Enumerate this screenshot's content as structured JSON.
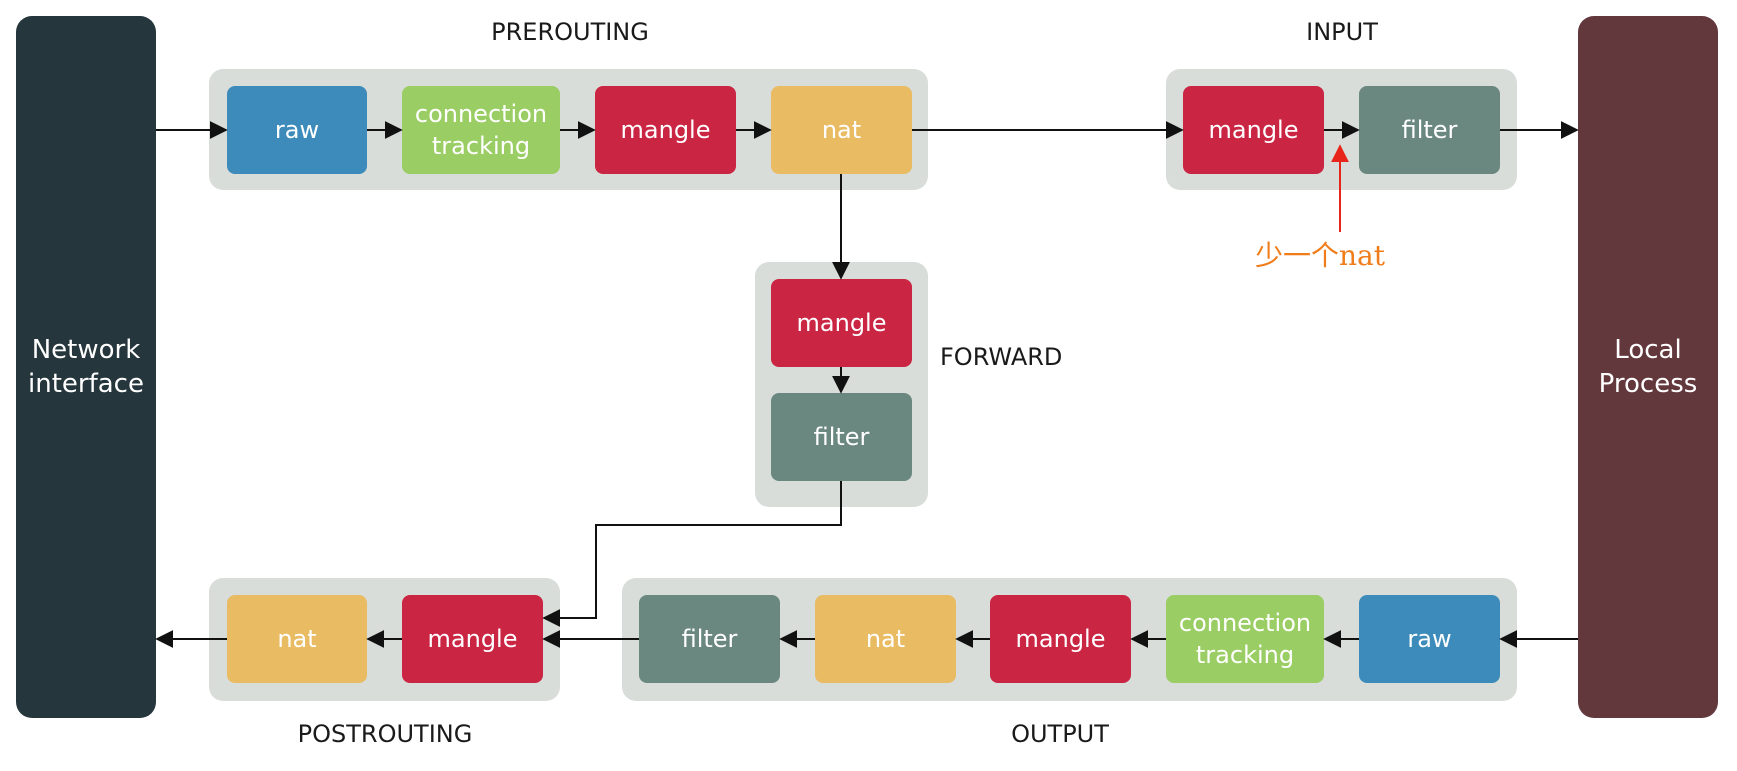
{
  "side_panels": {
    "network_interface": {
      "label": "Network\ninterface",
      "color": "#26363d"
    },
    "local_process": {
      "label": "Local\nProcess",
      "color": "#62383d"
    }
  },
  "groups": {
    "prerouting": {
      "label": "PREROUTING",
      "boxes": [
        "raw",
        "connection\ntracking",
        "mangle",
        "nat"
      ]
    },
    "input": {
      "label": "INPUT",
      "boxes": [
        "mangle",
        "filter"
      ]
    },
    "forward": {
      "label": "FORWARD",
      "boxes": [
        "mangle",
        "filter"
      ]
    },
    "postrouting": {
      "label": "POSTROUTING",
      "boxes": [
        "nat",
        "mangle"
      ]
    },
    "output": {
      "label": "OUTPUT",
      "boxes": [
        "filter",
        "nat",
        "mangle",
        "connection\ntracking",
        "raw"
      ]
    }
  },
  "annotation": {
    "text": "少一个nat",
    "color": "#f07d1a",
    "arrow_color": "#e8251b"
  },
  "colors": {
    "raw": "#3d8bba",
    "connection_tracking": "#9acd63",
    "mangle": "#cb2544",
    "nat": "#e9bb62",
    "filter": "#6a8780",
    "group_background": "#d9ddd9"
  }
}
